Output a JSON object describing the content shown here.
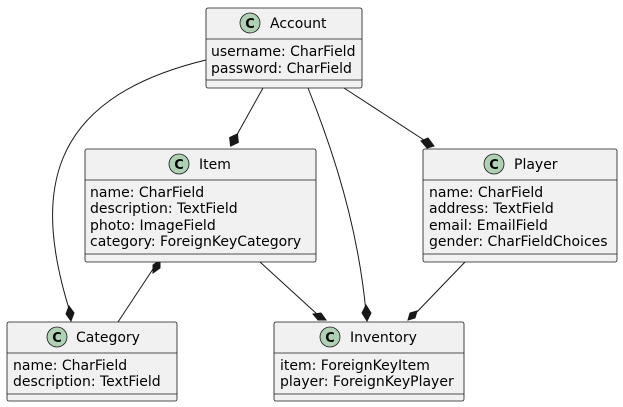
{
  "diagram": {
    "classes": [
      {
        "id": "account",
        "badge": "C",
        "name": "Account",
        "attributes": [
          "username: CharField",
          "password: CharField"
        ]
      },
      {
        "id": "item",
        "badge": "C",
        "name": "Item",
        "attributes": [
          "name: CharField",
          "description: TextField",
          "photo: ImageField",
          "category: ForeignKeyCategory"
        ]
      },
      {
        "id": "player",
        "badge": "C",
        "name": "Player",
        "attributes": [
          "name: CharField",
          "address: TextField",
          "email: EmailField",
          "gender: CharFieldChoices"
        ]
      },
      {
        "id": "category",
        "badge": "C",
        "name": "Category",
        "attributes": [
          "name: CharField",
          "description: TextField"
        ]
      },
      {
        "id": "inventory",
        "badge": "C",
        "name": "Inventory",
        "attributes": [
          "item: ForeignKeyItem",
          "player: ForeignKeyPlayer"
        ]
      }
    ],
    "relations": [
      {
        "from": "account",
        "to": "item",
        "type": "composition"
      },
      {
        "from": "account",
        "to": "player",
        "type": "composition"
      },
      {
        "from": "account",
        "to": "category",
        "type": "composition"
      },
      {
        "from": "account",
        "to": "inventory",
        "type": "composition"
      },
      {
        "from": "category",
        "to": "item",
        "type": "composition"
      },
      {
        "from": "item",
        "to": "inventory",
        "type": "composition"
      },
      {
        "from": "player",
        "to": "inventory",
        "type": "composition"
      }
    ]
  }
}
